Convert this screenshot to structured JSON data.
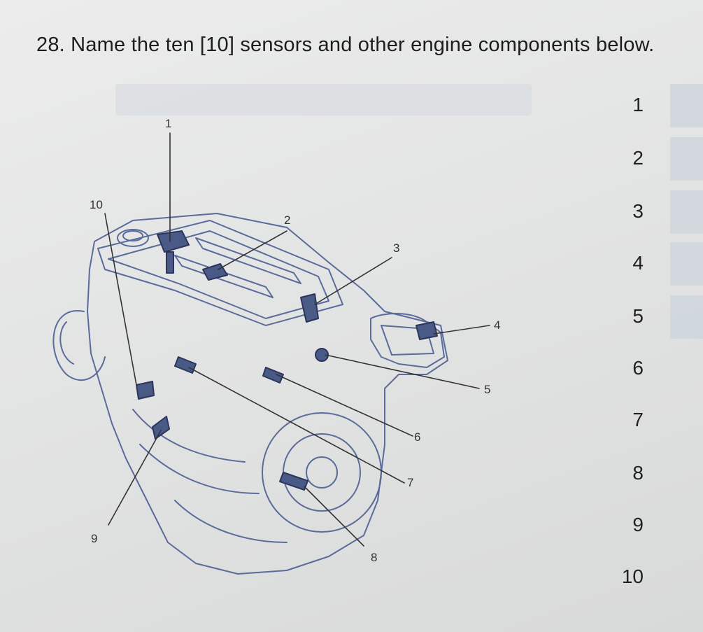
{
  "question": {
    "text": "28. Name the ten [10] sensors and other engine components below."
  },
  "answers": [
    "1",
    "2",
    "3",
    "4",
    "5",
    "6",
    "7",
    "8",
    "9",
    "10"
  ],
  "callouts": [
    "1",
    "2",
    "3",
    "4",
    "5",
    "6",
    "7",
    "8",
    "9",
    "10"
  ]
}
